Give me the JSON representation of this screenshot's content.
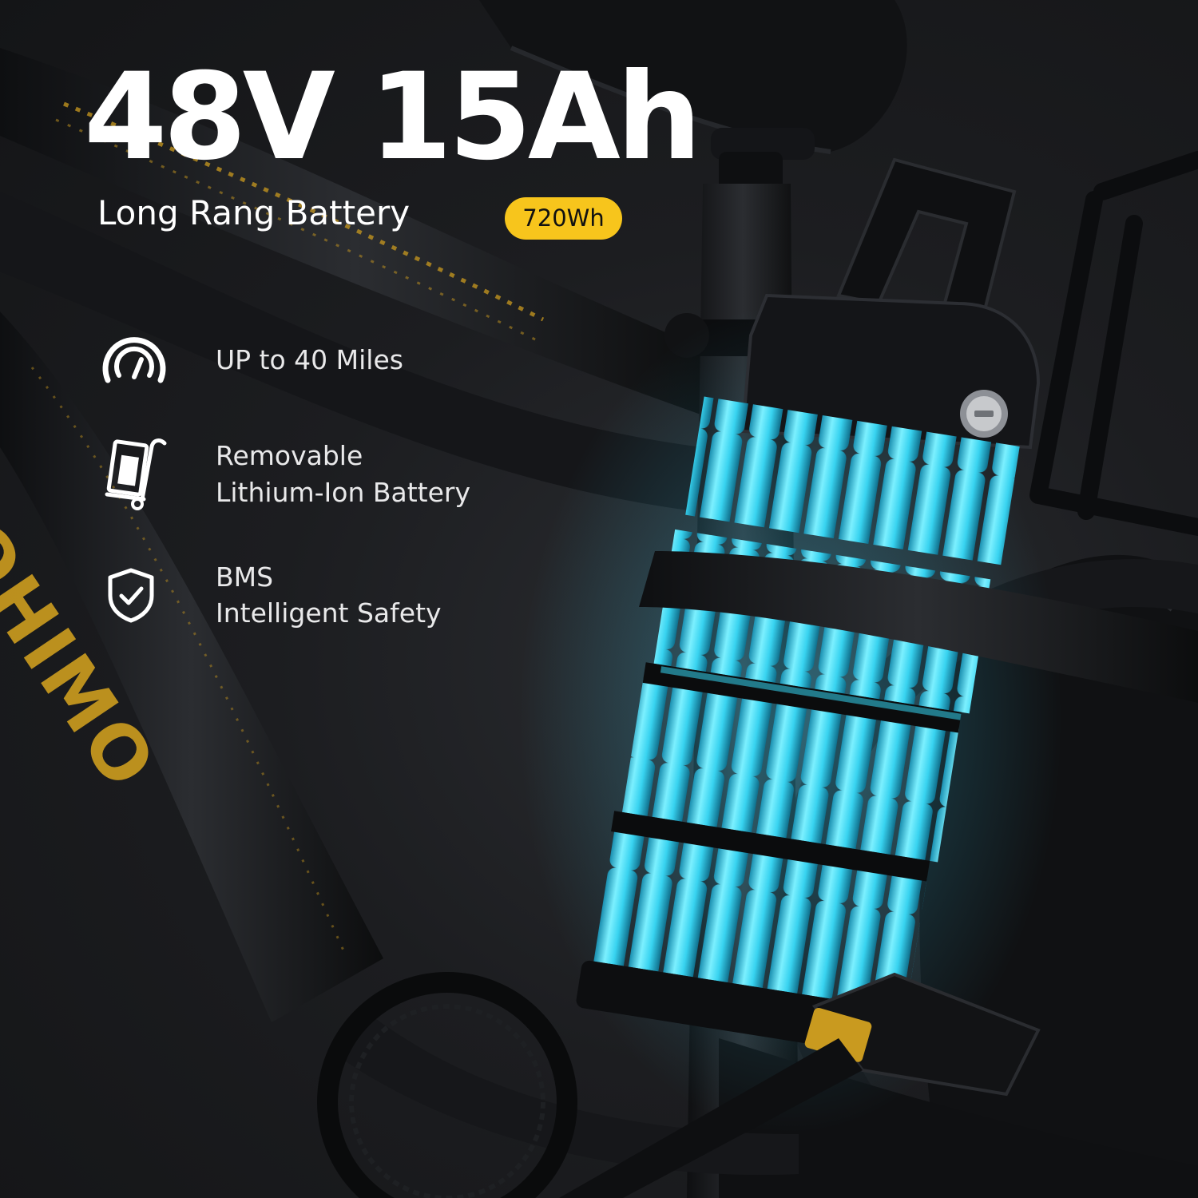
{
  "headline": "48V 15Ah",
  "subtitle": "Long Rang Battery",
  "badge": "720Wh",
  "features": [
    {
      "icon": "speedometer-icon",
      "line1": "UP to 40 Miles",
      "line2": ""
    },
    {
      "icon": "battery-cart-icon",
      "line1": "Removable",
      "line2": "Lithium-Ion Battery"
    },
    {
      "icon": "shield-check-icon",
      "line1": "BMS",
      "line2": "Intelligent Safety"
    }
  ],
  "brand_text": "OHIMO",
  "colors": {
    "accent": "#f7c51c",
    "frame_gold": "#c99a1f",
    "cell_glow": "#36d6f2",
    "text": "#ffffff"
  }
}
